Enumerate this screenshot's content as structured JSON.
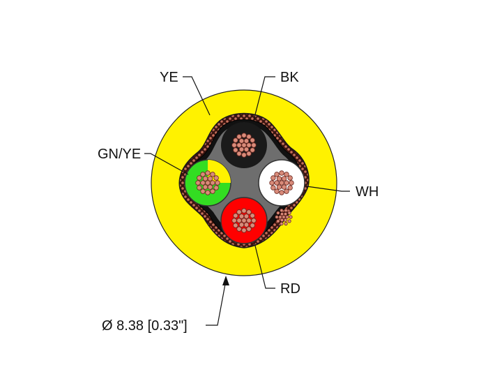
{
  "labels": {
    "jacket": "YE",
    "top": "BK",
    "left": "GN/YE",
    "right": "WH",
    "bottom": "RD",
    "diameter": "Ø 8.38 [0.33\"]"
  },
  "colors": {
    "jacket": "#FFF200",
    "shield": "#8B3A2E",
    "filler": "#6E6E6E",
    "black_core": "#1A1A1A",
    "white_core": "#FFFFFF",
    "red_core": "#FF0000",
    "green_core": "#33DD22",
    "yellow_stripe": "#FFF200",
    "copper": "#D98B7A"
  }
}
